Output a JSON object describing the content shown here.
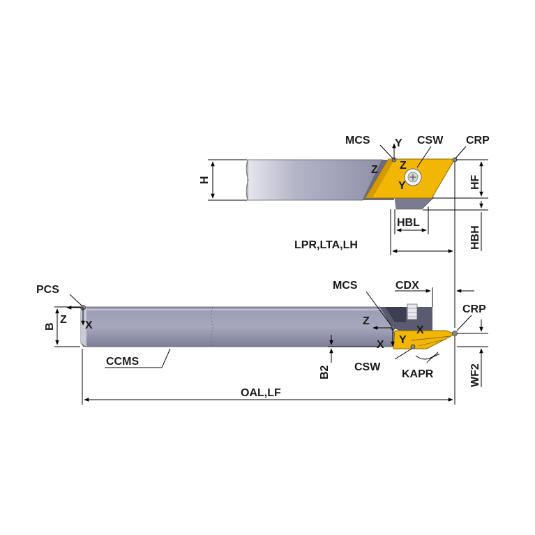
{
  "top_view": {
    "labels": {
      "mcs": "MCS",
      "y_axis": "Y",
      "csw": "CSW",
      "crp": "CRP",
      "z_left": "Z",
      "z_insert": "Z",
      "y_insert": "Y",
      "h": "H",
      "hf": "HF",
      "hbl": "HBL",
      "hbh": "HBH",
      "lpr": "LPR,LTA,LH"
    }
  },
  "side_view": {
    "labels": {
      "pcs": "PCS",
      "z_pcs": "Z",
      "x_pcs": "X",
      "b": "B",
      "ccms": "CCMS",
      "oal": "OAL,LF",
      "b2": "B2",
      "mcs": "MCS",
      "cdx": "CDX",
      "crp": "CRP",
      "z_mcs": "Z",
      "x_mcs": "X",
      "x_insert": "X",
      "y_insert": "Y",
      "csw": "CSW",
      "kapr": "KAPR",
      "wf2": "WF2"
    }
  },
  "colors": {
    "shank_light": "#d9d9e6",
    "shank_mid": "#a3a3bd",
    "shank_dark": "#55556a",
    "insert_yellow": "#f2b705",
    "insert_dark": "#8a6a00"
  }
}
